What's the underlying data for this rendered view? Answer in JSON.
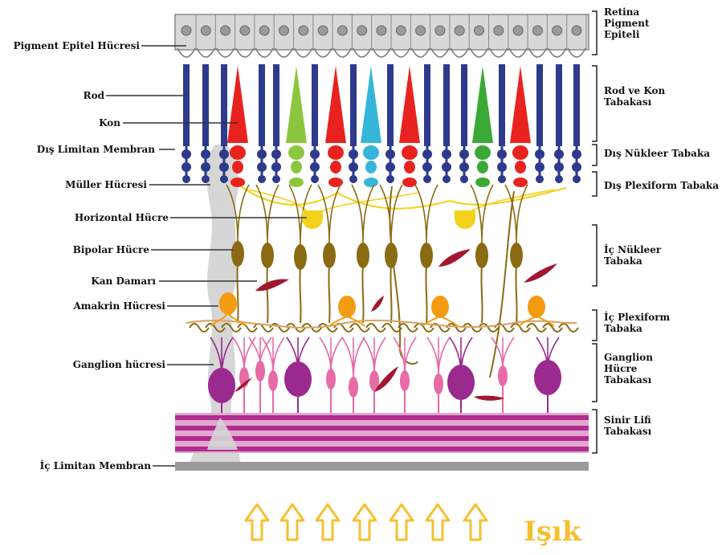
{
  "left_labels": [
    {
      "id": "pigment-epithelial-cell",
      "text": "Pigment Epitel Hücresi"
    },
    {
      "id": "rod",
      "text": "Rod"
    },
    {
      "id": "cone",
      "text": "Kon"
    },
    {
      "id": "outer-limiting-membrane",
      "text": "Dış Limitan Membran"
    },
    {
      "id": "muller-cell",
      "text": "Müller Hücresi"
    },
    {
      "id": "horizontal-cell",
      "text": "Horizontal Hücre"
    },
    {
      "id": "bipolar-cell",
      "text": "Bipolar Hücre"
    },
    {
      "id": "blood-vessel",
      "text": "Kan Damarı"
    },
    {
      "id": "amacrine-cell",
      "text": "Amakrin Hücresi"
    },
    {
      "id": "ganglion-cell",
      "text": "Ganglion hücresi"
    },
    {
      "id": "inner-limiting-membrane",
      "text": "İç Limitan Membran"
    }
  ],
  "right_labels": [
    {
      "id": "retinal-pigment-epithelium",
      "text": "Retina\nPigment\nEpiteli"
    },
    {
      "id": "rod-cone-layer",
      "text": "Rod ve Kon\nTabakası"
    },
    {
      "id": "outer-nuclear-layer",
      "text": "Dış Nükleer Tabaka"
    },
    {
      "id": "outer-plexiform-layer",
      "text": "Dış Plexiform Tabaka"
    },
    {
      "id": "inner-nuclear-layer",
      "text": "İç Nükleer\nTabaka"
    },
    {
      "id": "inner-plexiform-layer",
      "text": "İç Plexiform\nTabaka"
    },
    {
      "id": "ganglion-cell-layer",
      "text": "Ganglion\nHücre\nTabakası"
    },
    {
      "id": "nerve-fiber-layer",
      "text": "Sinir Lifi\nTabakası"
    }
  ],
  "light_label": "Işık",
  "colors": {
    "rod": "#2e3a8c",
    "cone_red": "#e8231f",
    "cone_green": "#8cc63f",
    "cone_cyan": "#35b6d8",
    "cone_dark_green": "#3aa935",
    "bipolar": "#8a6a12",
    "horizontal": "#f2d21a",
    "amacrine": "#f39c12",
    "ganglion": "#9b2a8f",
    "ganglion_pink": "#e86aa6",
    "blood": "#a01830",
    "nerve_fiber": "#b12c8f",
    "muller": "#c8c8c8",
    "light": "#f5c030"
  }
}
